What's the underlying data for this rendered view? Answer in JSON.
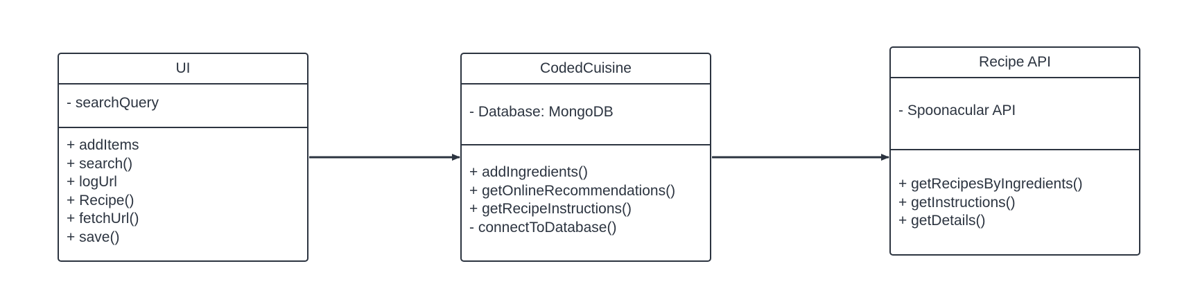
{
  "diagram": {
    "classes": [
      {
        "name": "UI",
        "attributes": [
          "- searchQuery"
        ],
        "operations": [
          "+ addItems",
          "+ search()",
          "+ logUrl",
          "+ Recipe()",
          "+ fetchUrl()",
          "+ save()"
        ]
      },
      {
        "name": "CodedCuisine",
        "attributes": [
          "- Database: MongoDB"
        ],
        "operations": [
          "+ addIngredients()",
          "+ getOnlineRecommendations()",
          "+ getRecipeInstructions()",
          "- connectToDatabase()"
        ]
      },
      {
        "name": "Recipe API",
        "attributes": [
          "- Spoonacular API"
        ],
        "operations": [
          "+ getRecipesByIngredients()",
          "+ getInstructions()",
          "+ getDetails()"
        ]
      }
    ],
    "colors": {
      "stroke": "#2c3440",
      "background": "#ffffff"
    }
  }
}
